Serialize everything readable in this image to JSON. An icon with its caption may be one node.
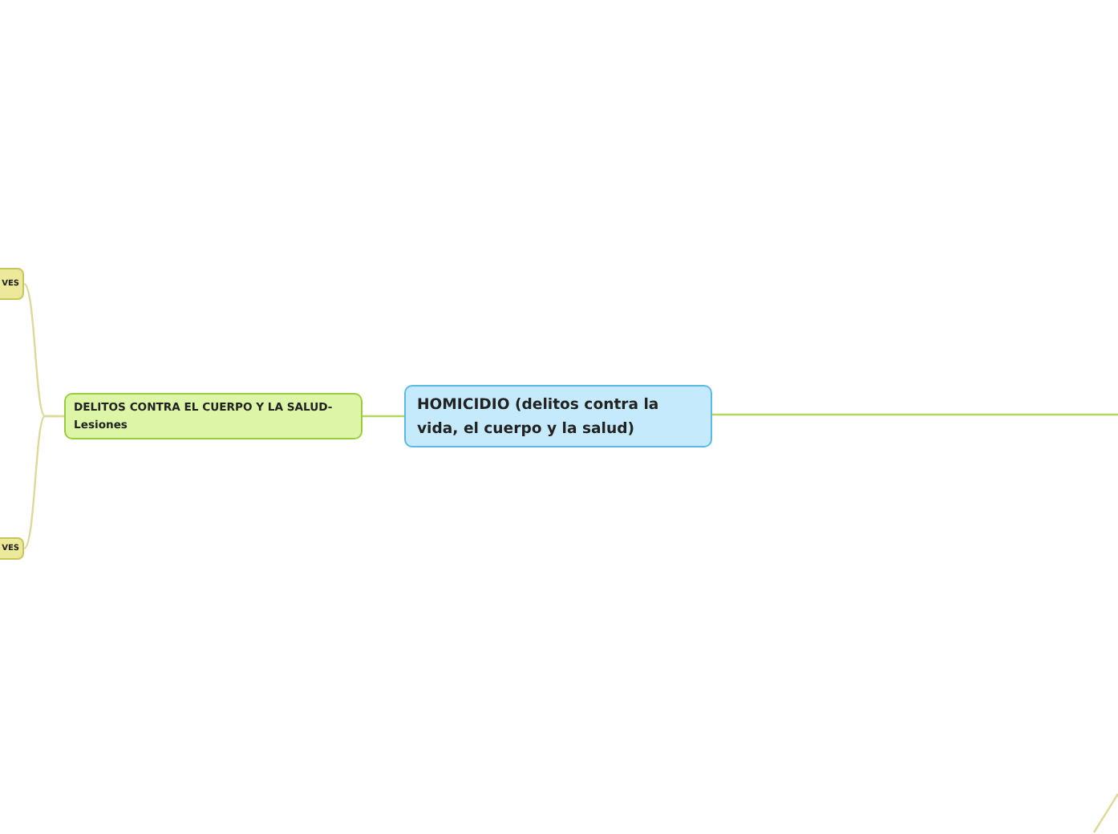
{
  "diagram": {
    "nodes": [
      {
        "text": [
          "HOMICIDIO (delitos contra la vida, el cuerpo y la salud)"
        ]
      },
      {
        "text": [
          "DELITOS CONTRA EL CUERPO Y LA SALUD- Lesiones"
        ]
      },
      {
        "text": [
          "VES"
        ]
      },
      {
        "text": [
          "VES"
        ]
      }
    ],
    "edges": [
      {
        "from": 0,
        "to": 1,
        "arrow": "none"
      },
      {
        "from": 1,
        "to": 2,
        "arrow": "none"
      },
      {
        "from": 1,
        "to": 3,
        "arrow": "none"
      },
      {
        "from": 0,
        "to": null,
        "arrow": "none"
      }
    ]
  }
}
